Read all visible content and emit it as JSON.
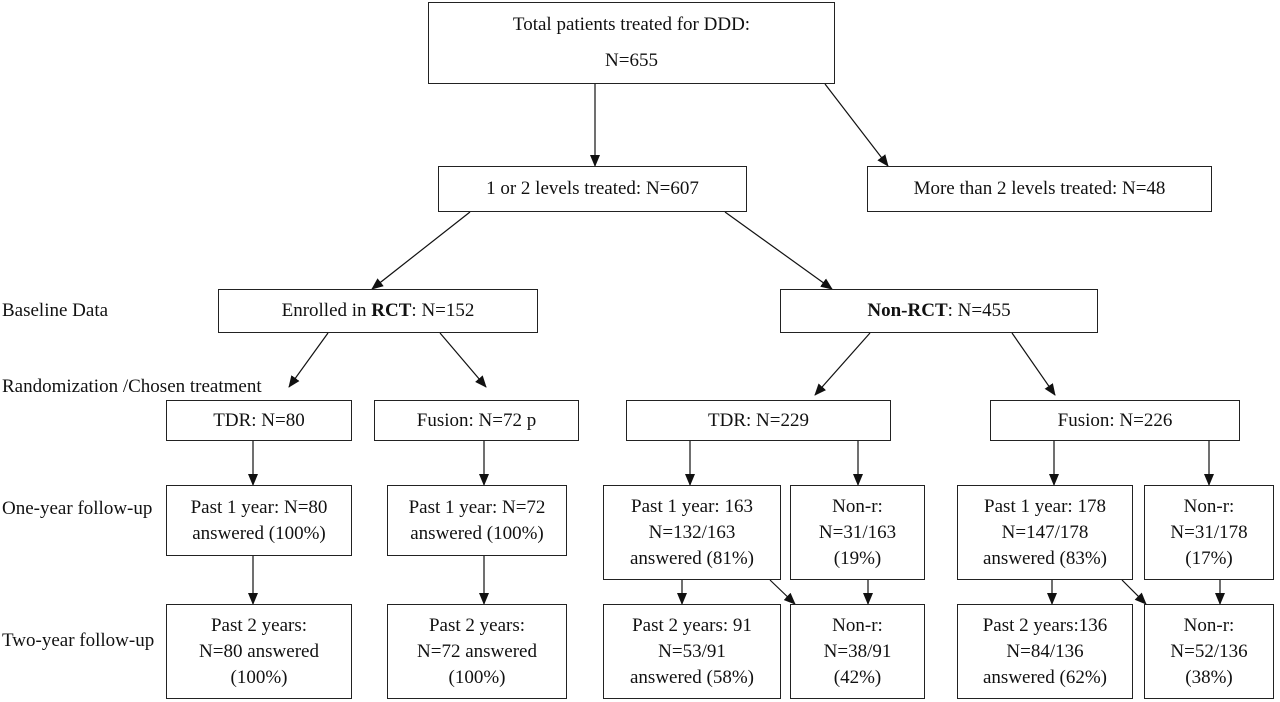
{
  "boxes": {
    "total": {
      "line1": "Total patients treated for DDD:",
      "line2": "N=655"
    },
    "levels12": {
      "text": "1 or  2 levels treated: N=607"
    },
    "levels_more": {
      "text": "More than 2 levels treated: N=48"
    },
    "rct": {
      "prefix": "Enrolled in ",
      "bold": "RCT",
      "suffix": ": N=152"
    },
    "nonrct": {
      "bold": "Non-RCT",
      "suffix": ": N=455"
    },
    "rct_tdr": {
      "text": "TDR: N=80"
    },
    "rct_fusion": {
      "text": "Fusion: N=72 p"
    },
    "non_tdr": {
      "text": "TDR: N=229"
    },
    "non_fusion": {
      "text": "Fusion: N=226"
    },
    "rct_tdr_1y": {
      "lines": [
        "Past 1 year: N=80",
        "answered (100%)"
      ]
    },
    "rct_fusion_1y": {
      "lines": [
        "Past 1 year: N=72",
        "answered (100%)"
      ]
    },
    "non_tdr_1y": {
      "lines": [
        "Past 1 year: 163",
        "N=132/163",
        "answered (81%)"
      ]
    },
    "non_tdr_1y_nr": {
      "lines": [
        "Non-r:",
        "N=31/163",
        "(19%)"
      ]
    },
    "non_fusion_1y": {
      "lines": [
        "Past 1 year: 178",
        "N=147/178",
        "answered (83%)"
      ]
    },
    "non_fusion_1y_nr": {
      "lines": [
        "Non-r:",
        "N=31/178",
        "(17%)"
      ]
    },
    "rct_tdr_2y": {
      "lines": [
        "Past 2 years:",
        "N=80 answered",
        "(100%)"
      ]
    },
    "rct_fusion_2y": {
      "lines": [
        "Past 2 years:",
        "N=72 answered",
        "(100%)"
      ]
    },
    "non_tdr_2y": {
      "lines": [
        "Past 2 years: 91",
        "N=53/91",
        "answered (58%)"
      ]
    },
    "non_tdr_2y_nr": {
      "lines": [
        "Non-r:",
        "N=38/91",
        "(42%)"
      ]
    },
    "non_fusion_2y": {
      "lines": [
        "Past 2 years:136",
        "N=84/136",
        "answered (62%)"
      ]
    },
    "non_fusion_2y_nr": {
      "lines": [
        "Non-r:",
        "N=52/136",
        "(38%)"
      ]
    }
  },
  "side_labels": {
    "baseline": [
      "Baseline Data"
    ],
    "randomization": [
      "Randomization",
      "/Chosen",
      "treatment"
    ],
    "one_year": [
      "One-year",
      "follow-up"
    ],
    "two_year": [
      "Two-year",
      "follow-up"
    ]
  }
}
